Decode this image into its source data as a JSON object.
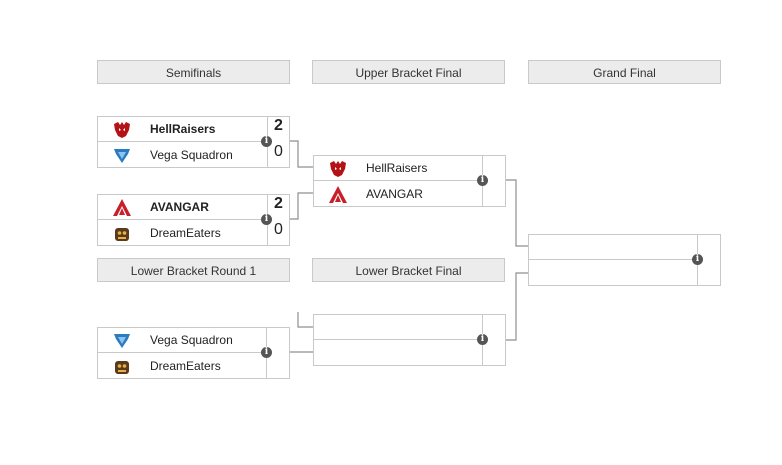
{
  "headers": {
    "semifinals": "Semifinals",
    "upper_final": "Upper Bracket Final",
    "grand_final": "Grand Final",
    "lower_r1": "Lower Bracket Round 1",
    "lower_final": "Lower Bracket Final"
  },
  "semi1": {
    "team1": {
      "name": "HellRaisers",
      "score": "2",
      "logo": "hellraisers-logo"
    },
    "team2": {
      "name": "Vega Squadron",
      "score": "0",
      "logo": "vega-squadron-logo"
    }
  },
  "semi2": {
    "team1": {
      "name": "AVANGAR",
      "score": "2",
      "logo": "avangar-logo"
    },
    "team2": {
      "name": "DreamEaters",
      "score": "0",
      "logo": "dreameaters-logo"
    }
  },
  "upper_final": {
    "team1": {
      "name": "HellRaisers",
      "logo": "hellraisers-logo"
    },
    "team2": {
      "name": "AVANGAR",
      "logo": "avangar-logo"
    }
  },
  "lower_r1": {
    "team1": {
      "name": "Vega Squadron",
      "logo": "vega-squadron-logo"
    },
    "team2": {
      "name": "DreamEaters",
      "logo": "dreameaters-logo"
    }
  },
  "info_icon": "i",
  "colors": {
    "hellraisers": "#b31217",
    "avangar": "#c8202a",
    "vega": "#2a7bc0",
    "dreameaters": "#5a3a1a"
  }
}
